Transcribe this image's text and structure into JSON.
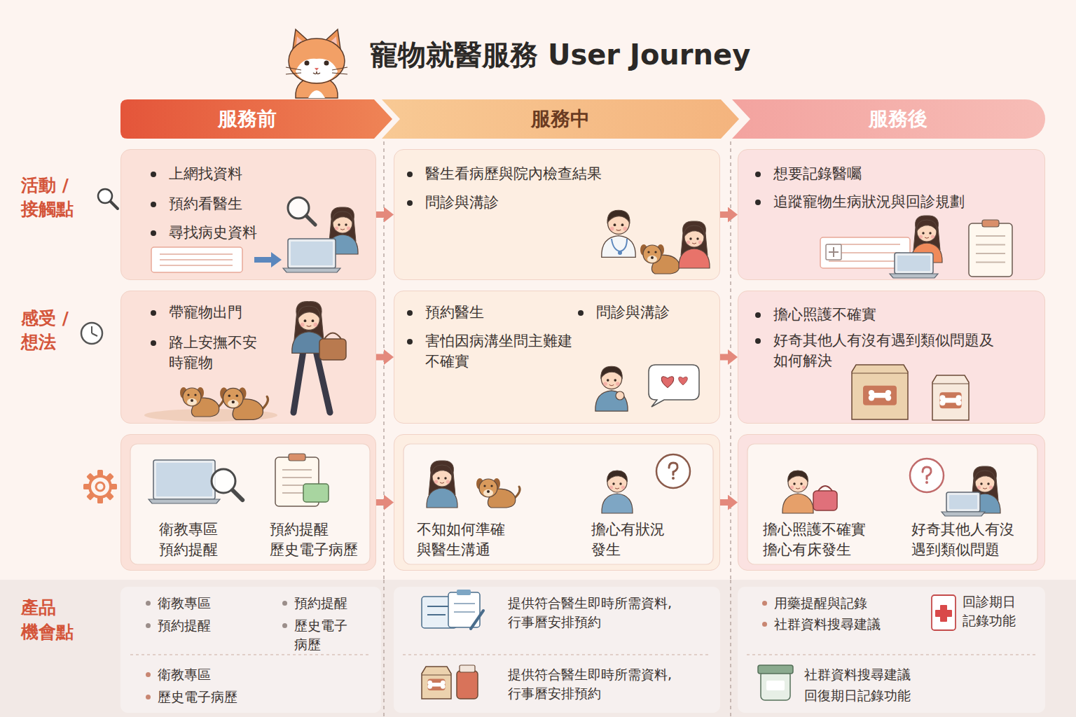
{
  "diagram": {
    "title": "寵物就醫服務 User Journey",
    "nodes": [
      {
        "text": [
          "服務前"
        ]
      },
      {
        "text": [
          "服務中"
        ]
      },
      {
        "text": [
          "服務後"
        ]
      },
      {
        "text": [
          "上網找資料",
          "預約看醫生",
          "尋找病史資料"
        ]
      },
      {
        "text": [
          "醫生看病歷與院內檢查結果",
          "問診與溝診"
        ]
      },
      {
        "text": [
          "想要記錄醫囑",
          "追蹤寵物生病狀況與回診規劃"
        ]
      },
      {
        "text": [
          "帶寵物出門",
          "路上安撫不安 時寵物"
        ]
      },
      {
        "text": [
          "預約醫生",
          "問診與溝診",
          "害怕因病溝坐問主難建 不確實"
        ]
      },
      {
        "text": [
          "擔心照護不確實",
          "好奇其他人有沒有遇到類似問題及 如何解決"
        ]
      },
      {
        "text": [
          "衛教專區 預約提醒",
          "預約提醒 歷史電子病歷"
        ]
      },
      {
        "text": [
          "不知如何準確 與醫生溝通",
          "擔心有狀況 發生"
        ]
      },
      {
        "text": [
          "擔心照護不確實 擔心有床發生",
          "好奇其他人有沒 遇到類似問題"
        ]
      },
      {
        "text": [
          "產品 機會點"
        ]
      },
      {
        "text": [
          "衛教專區",
          "預約提醒",
          "預約提醒",
          "歷史電子 病歷",
          "衛教專區",
          "歷史電子病歷"
        ],
        "in": 12
      },
      {
        "text": [
          "提供符合醫生即時所需資料, 行事曆安排預約",
          "提供符合醫生即時所需資料, 行事曆安排預約"
        ],
        "in": 12
      },
      {
        "text": [
          "用藥提醒與記錄",
          "社群資料搜尋建議",
          "回診期日 記錄功能",
          "社群資料搜尋建議",
          "回復期日記錄功能"
        ],
        "in": 12
      }
    ],
    "edges": [
      {
        "from": 3,
        "to": 4,
        "arrow": "to"
      },
      {
        "from": 4,
        "to": 5,
        "arrow": "to"
      },
      {
        "from": 6,
        "to": 7,
        "arrow": "to"
      },
      {
        "from": 7,
        "to": 8,
        "arrow": "to"
      },
      {
        "from": 9,
        "to": 10,
        "arrow": "to"
      },
      {
        "from": 10,
        "to": 11,
        "arrow": "to"
      }
    ],
    "labels": [
      "活動 / 接觸點",
      "感受 / 想法"
    ]
  }
}
